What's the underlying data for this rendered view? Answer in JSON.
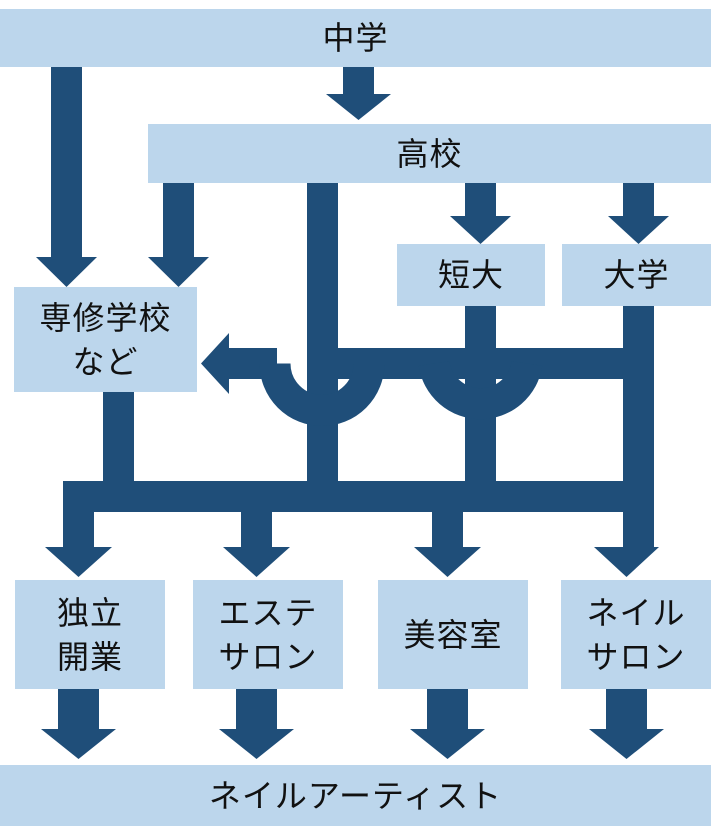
{
  "diagram": {
    "nodes": {
      "junior_high": "中学",
      "high_school": "高校",
      "junior_college": "短大",
      "university": "大学",
      "vocational": "専修学校\nなど",
      "independent": "独立\n開業",
      "esthetic_salon": "エステ\nサロン",
      "beauty_salon": "美容室",
      "nail_salon": "ネイル\nサロン",
      "nail_artist": "ネイルアーティスト"
    },
    "colors": {
      "box_fill": "#bcd6ec",
      "arrow": "#1f4e79",
      "text": "#111111"
    }
  }
}
